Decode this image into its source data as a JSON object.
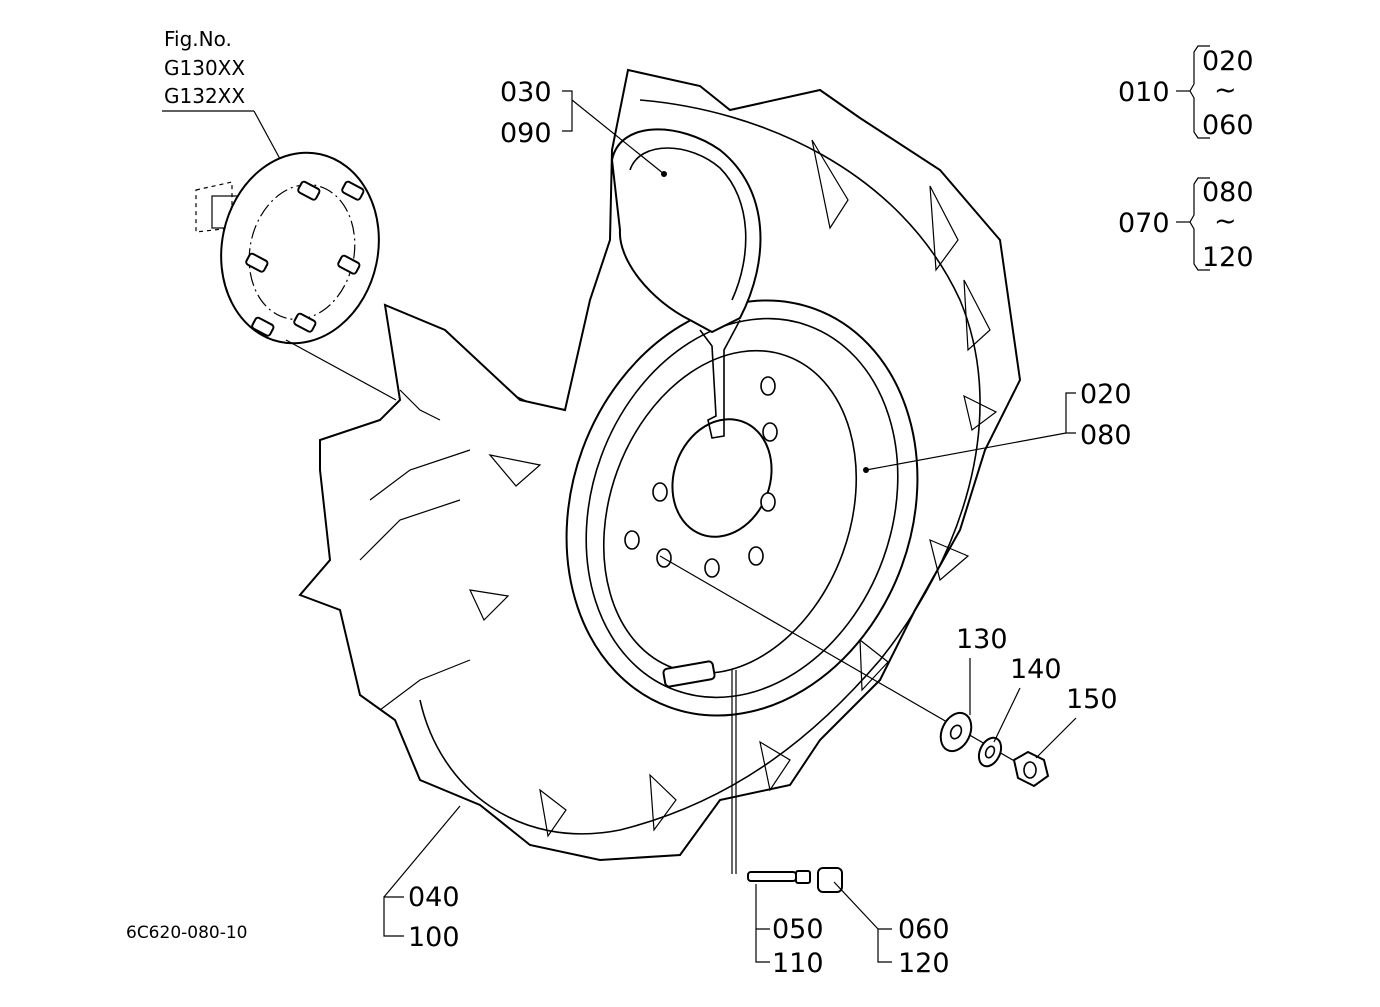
{
  "figure": {
    "fig_label": "Fig.No.",
    "fig_numbers": [
      "G130XX",
      "G132XX"
    ],
    "drawing_code": "6C620-080-10"
  },
  "assembly_refs": [
    {
      "parent": "010",
      "from": "020",
      "tilde": "~",
      "to": "060"
    },
    {
      "parent": "070",
      "from": "080",
      "tilde": "~",
      "to": "120"
    }
  ],
  "callouts": {
    "tube_a": "030",
    "tube_b": "090",
    "rim_a": "020",
    "rim_b": "080",
    "tire_a": "040",
    "tire_b": "100",
    "valve_a": "050",
    "valve_b": "110",
    "cap_a": "060",
    "cap_b": "120",
    "washer": "130",
    "lock_washer": "140",
    "nut": "150"
  }
}
